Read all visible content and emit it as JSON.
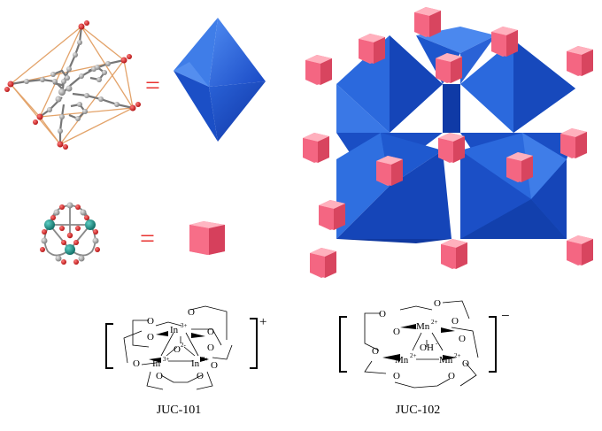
{
  "figure": {
    "equals_sign": "=",
    "structures": [
      {
        "caption": "JUC-101",
        "charge": "+",
        "oxygen_label": "O",
        "center_label": "O",
        "center_superscript": "2-",
        "metal_label": "In",
        "metal_superscript": "3+"
      },
      {
        "caption": "JUC-102",
        "charge": "−",
        "oxygen_label": "O",
        "center_label": "OH",
        "center_superscript": "-",
        "metal_label": "Mn",
        "metal_superscript": "2+"
      }
    ],
    "colors": {
      "octahedron_blue": "#1f5fd6",
      "prism_pink": "#f0607a",
      "equals_red": "#e8322f",
      "cage_edge_orange": "#e3a36a",
      "metal_teal": "#1e8f86",
      "oxygen_red": "#d42020",
      "carbon_grey": "#9a9a9a"
    }
  }
}
